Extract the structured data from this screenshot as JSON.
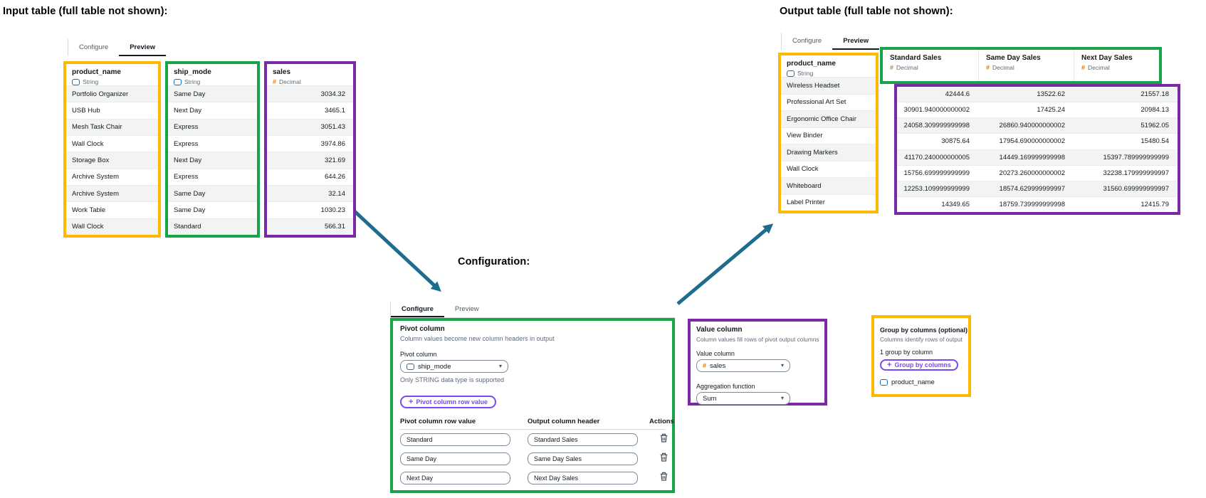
{
  "titles": {
    "input": "Input table (full table not shown):",
    "output": "Output table (full table not shown):",
    "configuration": "Configuration:"
  },
  "tabs": {
    "configure": "Configure",
    "preview": "Preview"
  },
  "types": {
    "string": "String",
    "decimal": "Decimal"
  },
  "icons": {
    "caret_down": "▾",
    "plus": "+",
    "decimal_hash": "#"
  },
  "colors": {
    "highlight_yellow": "#ffb800",
    "highlight_green": "#17a449",
    "highlight_purple": "#7a28a8",
    "arrow_blue": "#1f6d8e",
    "action_purple": "#7b47f5",
    "string_type_blue": "#0972d3",
    "decimal_type_orange": "#e07700"
  },
  "input_table": {
    "columns": [
      {
        "name": "product_name",
        "type": "String"
      },
      {
        "name": "ship_mode",
        "type": "String"
      },
      {
        "name": "sales",
        "type": "Decimal"
      }
    ],
    "rows": [
      {
        "product_name": "Portfolio Organizer",
        "ship_mode": "Same Day",
        "sales": "3034.32"
      },
      {
        "product_name": "USB Hub",
        "ship_mode": "Next Day",
        "sales": "3465.1"
      },
      {
        "product_name": "Mesh Task Chair",
        "ship_mode": "Express",
        "sales": "3051.43"
      },
      {
        "product_name": "Wall Clock",
        "ship_mode": "Express",
        "sales": "3974.86"
      },
      {
        "product_name": "Storage Box",
        "ship_mode": "Next Day",
        "sales": "321.69"
      },
      {
        "product_name": "Archive System",
        "ship_mode": "Express",
        "sales": "644.26"
      },
      {
        "product_name": "Archive System",
        "ship_mode": "Same Day",
        "sales": "32.14"
      },
      {
        "product_name": "Work Table",
        "ship_mode": "Same Day",
        "sales": "1030.23"
      },
      {
        "product_name": "Wall Clock",
        "ship_mode": "Standard",
        "sales": "566.31"
      }
    ]
  },
  "output_table": {
    "group_column": {
      "name": "product_name",
      "type": "String"
    },
    "pivot_columns": [
      {
        "name": "Standard Sales",
        "type": "Decimal"
      },
      {
        "name": "Same Day Sales",
        "type": "Decimal"
      },
      {
        "name": "Next Day Sales",
        "type": "Decimal"
      }
    ],
    "rows": [
      {
        "product_name": "Wireless Headset",
        "standard_sales": "42444.6",
        "same_day_sales": "13522.62",
        "next_day_sales": "21557.18"
      },
      {
        "product_name": "Professional Art Set",
        "standard_sales": "30901.940000000002",
        "same_day_sales": "17425.24",
        "next_day_sales": "20984.13"
      },
      {
        "product_name": "Ergonomic Office Chair",
        "standard_sales": "24058.309999999998",
        "same_day_sales": "26860.940000000002",
        "next_day_sales": "51962.05"
      },
      {
        "product_name": "View Binder",
        "standard_sales": "30875.64",
        "same_day_sales": "17954.690000000002",
        "next_day_sales": "15480.54"
      },
      {
        "product_name": "Drawing Markers",
        "standard_sales": "41170.240000000005",
        "same_day_sales": "14449.169999999998",
        "next_day_sales": "15397.789999999999"
      },
      {
        "product_name": "Wall Clock",
        "standard_sales": "15756.699999999999",
        "same_day_sales": "20273.260000000002",
        "next_day_sales": "32238.179999999997"
      },
      {
        "product_name": "Whiteboard",
        "standard_sales": "12253.109999999999",
        "same_day_sales": "18574.629999999997",
        "next_day_sales": "31560.699999999997"
      },
      {
        "product_name": "Label Printer",
        "standard_sales": "14349.65",
        "same_day_sales": "18759.739999999998",
        "next_day_sales": "12415.79"
      }
    ]
  },
  "config": {
    "pivot_section": {
      "title": "Pivot column",
      "description": "Column values become new column headers in output",
      "pivot_column_label": "Pivot column",
      "pivot_column_value": "ship_mode",
      "hint": "Only STRING data type is supported",
      "add_button_label": "Pivot column row value",
      "table": {
        "headers": [
          "Pivot column row value",
          "Output column header",
          "Actions"
        ],
        "rows": [
          {
            "row_value": "Standard",
            "output_header": "Standard Sales"
          },
          {
            "row_value": "Same Day",
            "output_header": "Same Day Sales"
          },
          {
            "row_value": "Next Day",
            "output_header": "Next Day Sales"
          }
        ]
      }
    },
    "value_section": {
      "title": "Value column",
      "description": "Column values fill rows of pivot output columns",
      "value_column_label": "Value column",
      "value_column_value": "sales",
      "aggregation_label": "Aggregation function",
      "aggregation_value": "Sum"
    },
    "group_section": {
      "title": "Group by columns (optional)",
      "description": "Columns identify rows of output",
      "count_text": "1 group by column",
      "add_button_label": "Group by columns",
      "column": "product_name"
    }
  }
}
